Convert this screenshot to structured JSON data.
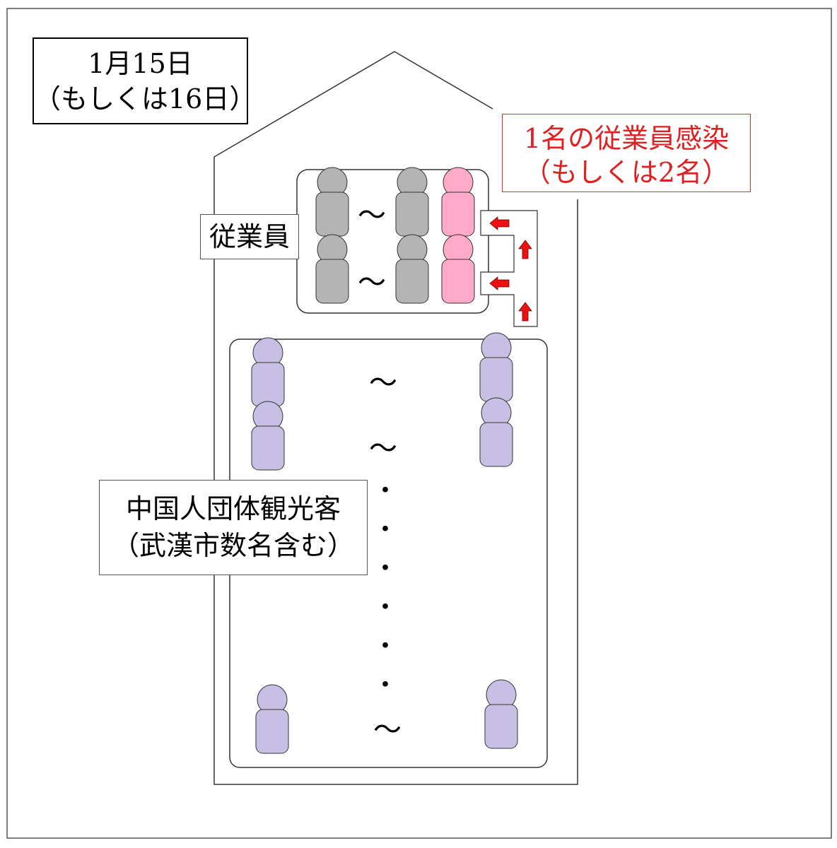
{
  "labels": {
    "date_line1": "1月15日",
    "date_line2": "（もしくは16日）",
    "infected_line1": "1名の従業員感染",
    "infected_line2": "（もしくは2名）",
    "employees": "従業員",
    "tourists_line1": "中国人団体観光客",
    "tourists_line2": "（武漢市数名含む）",
    "tilde": "～",
    "dot": "・"
  },
  "colors": {
    "employee": "#b4b4b4",
    "infected_employee": "#ffaac8",
    "tourist": "#c8c0e4",
    "arrow": "#ee1111",
    "infected_text": "#e02020",
    "outline": "#333333"
  },
  "icons": {
    "person": "person-icon",
    "arrow_left": "arrow-left-icon",
    "arrow_up": "arrow-up-icon"
  }
}
